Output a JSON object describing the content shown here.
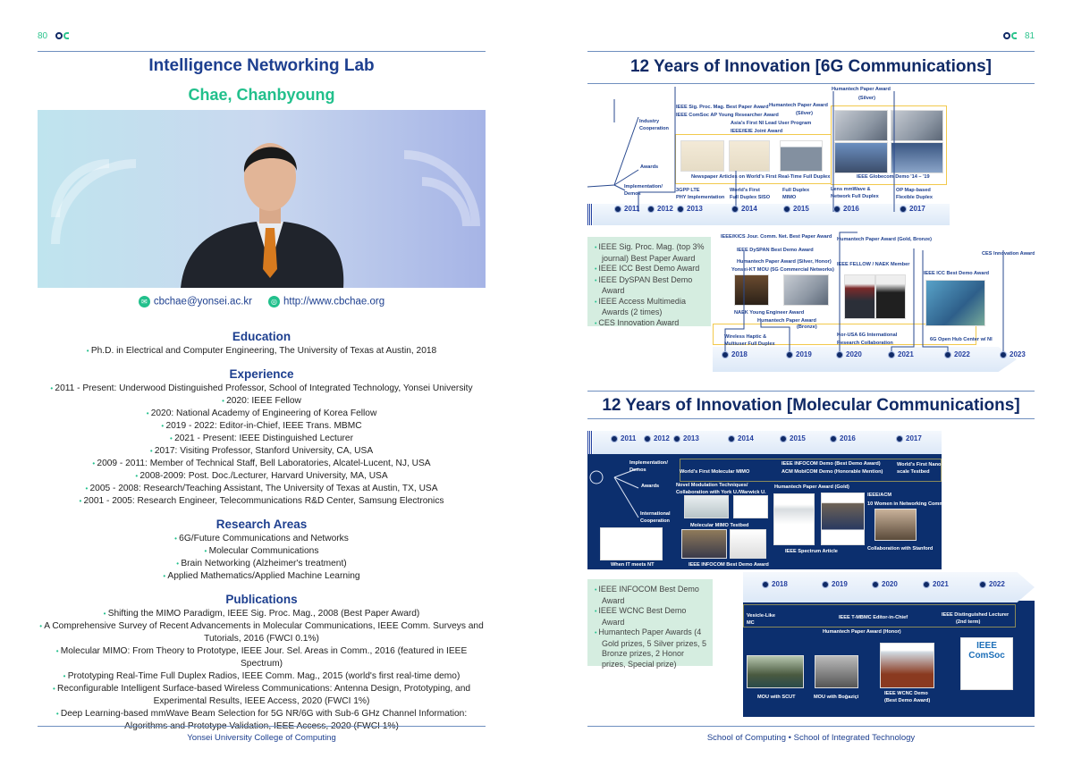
{
  "left_page": {
    "page_number": "80",
    "title": "Intelligence Networking Lab",
    "name": "Chae, Chanbyoung",
    "email": "cbchae@yonsei.ac.kr",
    "website": "http://www.cbchae.org",
    "education": {
      "heading": "Education",
      "items": [
        "Ph.D. in Electrical and Computer Engineering, The University of Texas at Austin, 2018"
      ]
    },
    "experience": {
      "heading": "Experience",
      "items": [
        "2011 - Present: Underwood Distinguished Professor, School of Integrated Technology, Yonsei University",
        "2020: IEEE Fellow",
        "2020: National Academy of Engineering of Korea Fellow",
        "2019 - 2022: Editor-in-Chief, IEEE Trans. MBMC",
        "2021 - Present: IEEE Distinguished Lecturer",
        "2017: Visiting Professor, Stanford University, CA, USA",
        "2009 - 2011: Member of Technical Staff, Bell Laboratories, Alcatel-Lucent, NJ, USA",
        "2008-2009: Post. Doc./Lecturer, Harvard University, MA, USA",
        "2005 - 2008: Research/Teaching Assistant, The University of Texas at Austin, TX, USA",
        "2001 - 2005: Research Engineer, Telecommunications R&D Center, Samsung Electronics"
      ]
    },
    "research": {
      "heading": "Research Areas",
      "items": [
        "6G/Future Communications and Networks",
        "Molecular Communications",
        "Brain Networking (Alzheimer's treatment)",
        "Applied Mathematics/Applied Machine Learning"
      ]
    },
    "publications": {
      "heading": "Publications",
      "items": [
        "Shifting the MIMO Paradigm, IEEE Sig. Proc. Mag., 2008 (Best Paper Award)",
        "A Comprehensive Survey of Recent Advancements in Molecular Communications, IEEE Comm. Surveys and Tutorials, 2016 (FWCI 0.1%)",
        "Molecular MIMO: From Theory to Prototype, IEEE Jour. Sel. Areas in Comm., 2016 (featured in IEEE Spectrum)",
        "Prototyping Real-Time Full Duplex Radios, IEEE Comm. Mag., 2015 (world's first real-time demo)",
        "Reconfigurable Intelligent Surface-based Wireless Communications: Antenna Design, Prototyping, and Experimental Results, IEEE Access, 2020 (FWCI 1%)",
        "Deep Learning-based mmWave Beam Selection for 5G NR/6G with Sub-6 GHz Channel Information: Algorithms and Prototype Validation, IEEE Access, 2020 (FWCI 1%)"
      ]
    },
    "footer": "Yonsei University College of Computing"
  },
  "right_page": {
    "page_number": "81",
    "title_6g": "12 Years of Innovation [6G Communications]",
    "title_mc": "12 Years of Innovation [Molecular Communications]",
    "footer": "School of Computing • School of Integrated Technology",
    "green_6g": [
      "IEEE Sig. Proc. Mag. (top 3% journal) Best Paper Award",
      "IEEE ICC Best Demo Award",
      "IEEE DySPAN Best Demo Award",
      "IEEE Access Multimedia Awards (2 times)",
      "CES Innovation Award"
    ],
    "green_mc": [
      "IEEE INFOCOM Best Demo Award",
      "IEEE WCNC Best Demo Award",
      "Humantech Paper Awards (4 Gold prizes, 5 Silver prizes, 5 Bronze prizes, 2 Honor prizes, Special prize)"
    ],
    "tl1": {
      "years": [
        "2011",
        "2012",
        "2013",
        "2014",
        "2015",
        "2016",
        "2017"
      ],
      "labels": [
        "IEEE Sig. Proc. Mag. Best Paper Award",
        "IEEE ComSoc AP Young Researcher Award",
        "Industry",
        "Cooperation",
        "Asia's First NI Lead User Program",
        "IEEE/IEIE Joint Award",
        "Humantech Paper Award",
        "(Silver)",
        "Humantech Paper Award",
        "(Silver)",
        "Awards",
        "Newspaper Articles on World's First Real-Time Full Duplex",
        "IEEE Globecom Demo '14 – '19",
        "Implementation/",
        "Demos",
        "3GPP LTE",
        "PHY Implementation",
        "World's First",
        "Full Duplex SISO",
        "Full Duplex",
        "MIMO",
        "Lens mmWave &",
        "Network Full Duplex",
        "OP Map-based",
        "Flexible Duplex"
      ]
    },
    "tl2": {
      "years": [
        "2018",
        "2019",
        "2020",
        "2021",
        "2022",
        "2023"
      ],
      "labels": [
        "IEEE/KICS Jour. Comm. Net. Best Paper Award",
        "IEEE DySPAN Best Demo Award",
        "Humantech Paper Award (Silver, Honor)",
        "Yonsei-KT MOU (5G Commercial Networks)",
        "NAEK Young Engineer Award",
        "Humantech Paper Award",
        "(Bronze)",
        "Humantech Paper Award (Gold, Bronze)",
        "IEEE FELLOW / NAEK Member",
        "Kor-USA 6G International",
        "Research Collaboration",
        "IEEE ICC Best Demo Award",
        "6G Open Hub Center w/ NI",
        "CES Innovation Award",
        "Wireless Haptic &",
        "Multiuser Full Duplex"
      ]
    },
    "tl3": {
      "years": [
        "2011",
        "2012",
        "2013",
        "2014",
        "2015",
        "2016",
        "2017"
      ],
      "labels": [
        "Implementation/",
        "Demos",
        "Awards",
        "International",
        "Cooperation",
        "World's First Molecular MIMO",
        "IEEE INFOCOM Demo (Best Demo Award)",
        "ACM MobiCOM Demo (Honorable Mention)",
        "World's First Nano",
        "scale Testbed",
        "Novel Modulation Techniques/",
        "Collaboration with York U./Warwick U.",
        "Humantech Paper Award (Gold)",
        "IEEE/ACM",
        "10 Women in Networking Comm.",
        "Molecular MIMO Testbed",
        "IEEE Spectrum Article",
        "Collaboration with Stanford",
        "When IT meets NT",
        "IEEE INFOCOM Best Demo Award"
      ]
    },
    "tl4": {
      "years": [
        "2018",
        "2019",
        "2020",
        "2021",
        "2022"
      ],
      "labels": [
        "Vesicle-Like",
        "MC",
        "IEEE T-MBMC Editor-in-Chief",
        "Humantech Paper Award (Honor)",
        "IEEE Distinguished Lecturer",
        "(2nd term)",
        "MOU with SCUT",
        "MOU with Boğaziçi",
        "IEEE WCNC  Demo",
        "(Best Demo Award)"
      ],
      "comsoc_logo": "IEEE ComSoc"
    }
  }
}
